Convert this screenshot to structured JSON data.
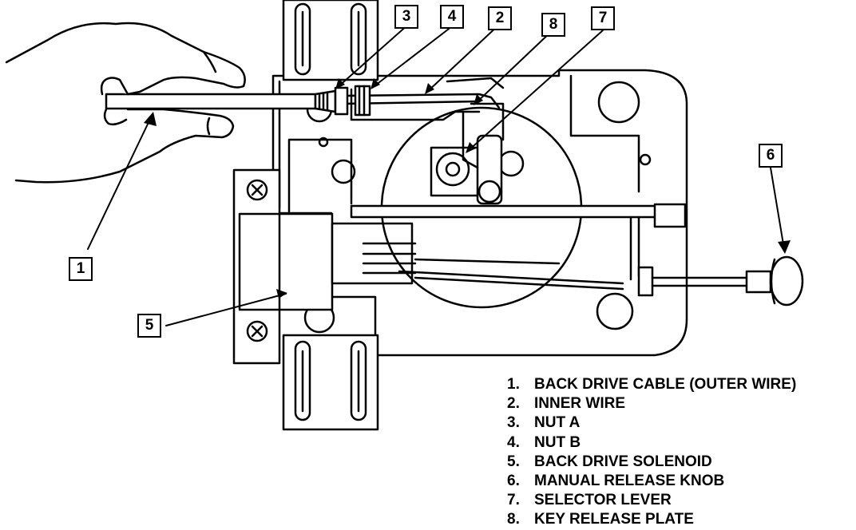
{
  "callouts": [
    {
      "id": "callout-1",
      "label": "1"
    },
    {
      "id": "callout-2",
      "label": "2"
    },
    {
      "id": "callout-3",
      "label": "3"
    },
    {
      "id": "callout-4",
      "label": "4"
    },
    {
      "id": "callout-5",
      "label": "5"
    },
    {
      "id": "callout-6",
      "label": "6"
    },
    {
      "id": "callout-7",
      "label": "7"
    },
    {
      "id": "callout-8",
      "label": "8"
    }
  ],
  "legend": [
    {
      "num": "1.",
      "text": "BACK DRIVE CABLE (OUTER WIRE)"
    },
    {
      "num": "2.",
      "text": "INNER WIRE"
    },
    {
      "num": "3.",
      "text": "NUT A"
    },
    {
      "num": "4.",
      "text": "NUT B"
    },
    {
      "num": "5.",
      "text": "BACK DRIVE SOLENOID"
    },
    {
      "num": "6.",
      "text": "MANUAL RELEASE KNOB"
    },
    {
      "num": "7.",
      "text": "SELECTOR LEVER"
    },
    {
      "num": "8.",
      "text": "KEY RELEASE PLATE"
    }
  ]
}
